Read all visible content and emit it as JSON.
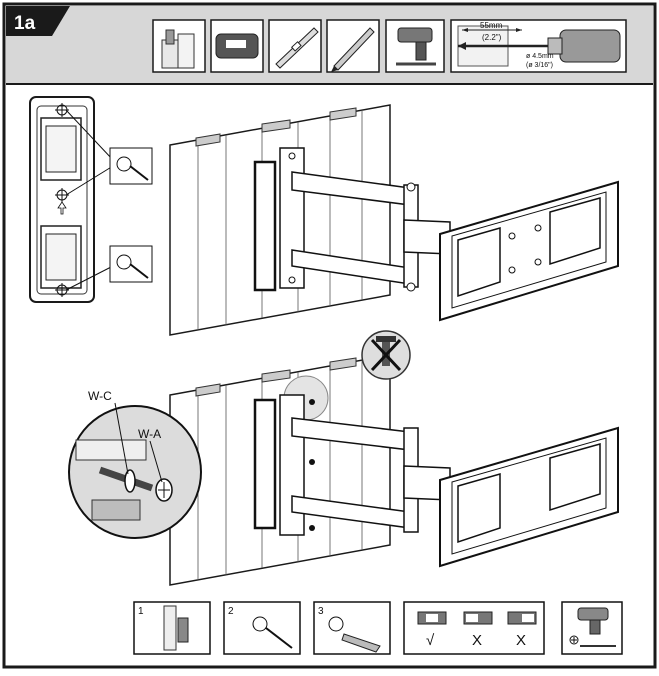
{
  "step": {
    "label": "1a"
  },
  "drill_spec": {
    "depth_mm": "55mm",
    "depth_in": "(2.2\")",
    "bit_mm": "ø 4.5mm",
    "bit_in": "(ø 3/16\")"
  },
  "hardware_labels": {
    "washer": "W-C",
    "screw": "W-A"
  },
  "footer_steps": [
    "1",
    "2",
    "3"
  ],
  "level_marks": {
    "correct": "√",
    "wrong": "X"
  },
  "colors": {
    "header_bg": "#d7d7d7",
    "frame": "#1a1a1a",
    "panel_bg": "#ffffff",
    "circle_bg": "#dcdcdc"
  }
}
